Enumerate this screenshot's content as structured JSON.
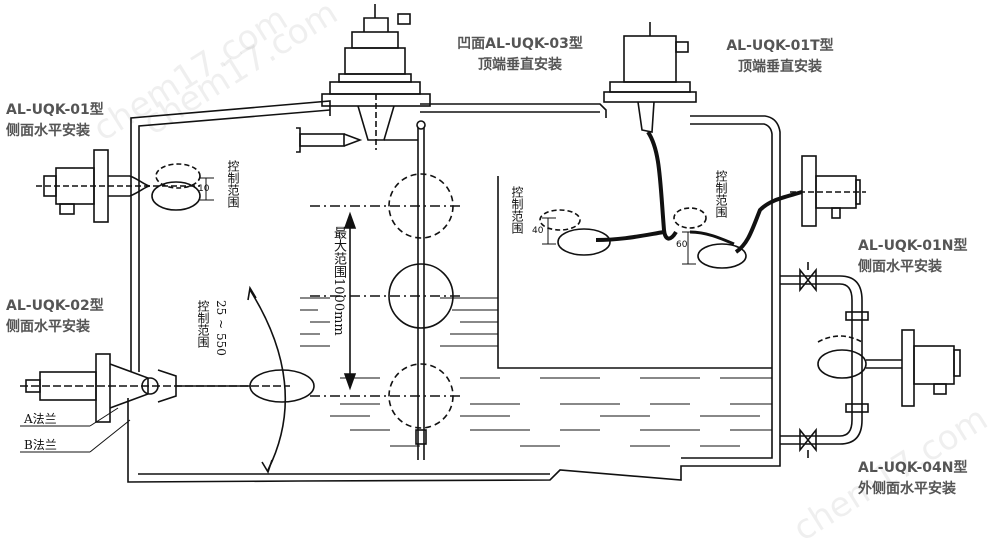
{
  "labels": {
    "uqk03": {
      "line1": "凹面AL-UQK-03型",
      "line2": "顶端垂直安装"
    },
    "uqk01t": {
      "line1": "AL-UQK-01T型",
      "line2": "顶端垂直安装"
    },
    "uqk01": {
      "line1": "AL-UQK-01型",
      "line2": "侧面水平安装"
    },
    "uqk02": {
      "line1": "AL-UQK-02型",
      "line2": "侧面水平安装"
    },
    "uqk01n": {
      "line1": "AL-UQK-01N型",
      "line2": "侧面水平安装"
    },
    "uqk04n": {
      "line1": "AL-UQK-04N型",
      "line2": "外侧面水平安装"
    }
  },
  "flange_labels": {
    "a": "A法兰",
    "b": "B法兰"
  },
  "control_range_text": "控制范围",
  "max_range_text": "最大范围1000mm",
  "angle_range_text": "25 ~ 550",
  "dimensions": {
    "d10": "10",
    "d40": "40",
    "d60": "60"
  },
  "watermarks": [
    "chem17.com",
    "chem17.com",
    "chem17.com"
  ],
  "colors": {
    "line": "#111111",
    "label": "#555555"
  }
}
